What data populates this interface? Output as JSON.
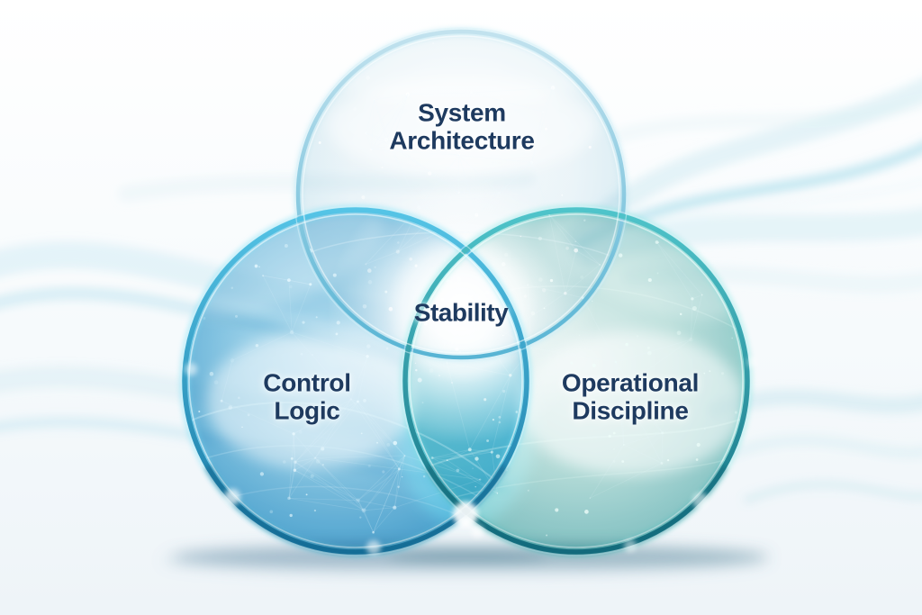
{
  "diagram": {
    "type": "venn-3-circle",
    "circles": {
      "top": {
        "label": "System Architecture",
        "label_lines": "System\nArchitecture"
      },
      "left": {
        "label": "Control Logic",
        "label_lines": "Control\nLogic"
      },
      "right": {
        "label": "Operational Discipline",
        "label_lines": "Operational\nDiscipline"
      }
    },
    "center": {
      "label": "Stability"
    },
    "colors": {
      "top_circle_edge": "#b0d8e8",
      "left_circle_edge": "#2d88ba",
      "right_circle_edge": "#46a2a9",
      "rim_cyan": "#57b4d4",
      "rim_teal": "#147083",
      "text": "#1e3a5f",
      "background": "#f1f6f9"
    }
  }
}
